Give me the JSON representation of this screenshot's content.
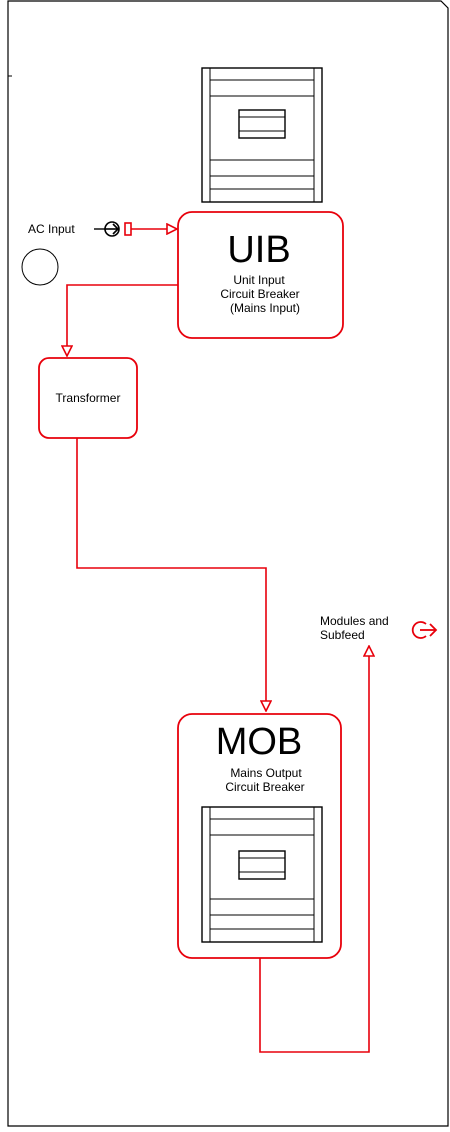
{
  "colors": {
    "flow": "#e8000b",
    "outline": "#000000",
    "background": "#ffffff"
  },
  "ac_input": {
    "label": "AC Input",
    "icon": "connector-arrow-icon"
  },
  "uib": {
    "title": "UIB",
    "line1": "Unit Input",
    "line2": "Circuit Breaker",
    "line3": "(Mains Input)"
  },
  "transformer": {
    "label": "Transformer"
  },
  "mob": {
    "title": "MOB",
    "line1": "Mains Output",
    "line2": "Circuit Breaker"
  },
  "output": {
    "line1": "Modules and",
    "line2": "Subfeed",
    "icon": "output-arrow-icon"
  }
}
